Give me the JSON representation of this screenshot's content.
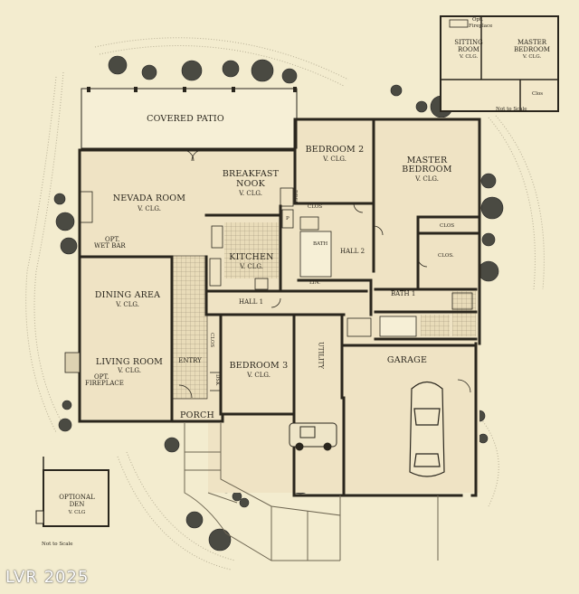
{
  "rooms": {
    "covered_patio": "COVERED PATIO",
    "bedroom2": "BEDROOM 2",
    "bedroom2_clg": "V. CLG.",
    "master": "MASTER",
    "bedroom": "BEDROOM",
    "master_clg": "V. CLG.",
    "nevada_room": "NEVADA ROOM",
    "nevada_clg": "V. CLG.",
    "breakfast": "BREAKFAST",
    "nook": "NOOK",
    "nook_clg": "V. CLG.",
    "desk": "DESK",
    "clos_top": "CLOS",
    "clos_right1": "CLOS",
    "clos_right2": "CLOS.",
    "bath": "BATH",
    "hall2": "HALL 2",
    "opt_wet_bar": "OPT.",
    "wet_bar": "WET BAR",
    "kitchen": "KITCHEN",
    "kitchen_clg": "V. CLG.",
    "lin": "LIN.",
    "p": "P",
    "dining_area": "DINING AREA",
    "dining_clg": "V. CLG.",
    "hall1": "HALL 1",
    "bath1": "BATH 1",
    "clos_hall": "CLOS",
    "utility": "UTILITY",
    "garage": "GARAGE",
    "living_room": "LIVING ROOM",
    "living_clg": "V. CLG.",
    "opt": "OPT.",
    "fireplace": "FIREPLACE",
    "entry": "ENTRY",
    "bedroom3": "BEDROOM 3",
    "bedroom3_clg": "V. CLG.",
    "porch": "PORCH",
    "dsk": "DSK",
    "optional": "OPTIONAL",
    "den": "DEN",
    "den_clg": "V. CLG",
    "not_to_scale": "Not to Scale"
  },
  "inset": {
    "sitting": "SITTING",
    "room": "ROOM",
    "sitting_clg": "V. CLG.",
    "master": "MASTER",
    "bedroom": "BEDROOM",
    "master_clg": "V. CLG.",
    "opt": "Opt.",
    "fireplace": "Fireplace",
    "clos": "Clos",
    "not_to_scale": "Not to Scale"
  },
  "watermark": "LVR 2025",
  "colors": {
    "paper": "#f3eccf",
    "floor": "#efe3c4",
    "wall": "#2a261d",
    "shrub": "#3a3a34"
  }
}
